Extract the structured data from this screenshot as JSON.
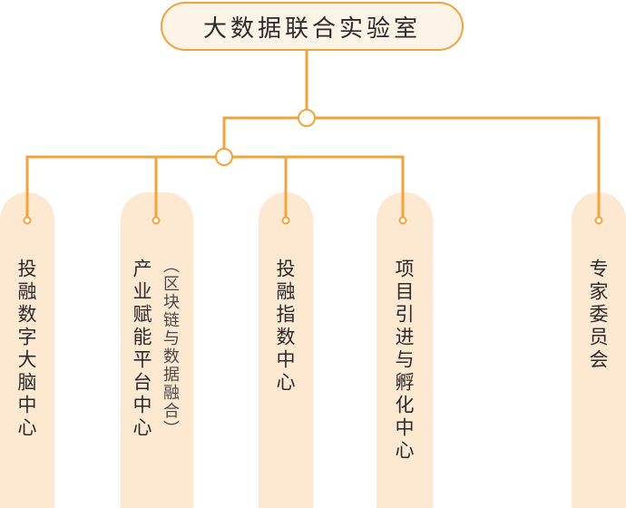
{
  "root": {
    "label": "大数据联合实验室"
  },
  "units": [
    {
      "label": "投融数字大脑中心"
    },
    {
      "label": "产业赋能平台中心",
      "note": "（区块链与数据融合）"
    },
    {
      "label": "投融指数中心"
    },
    {
      "label": "项目引进与孵化中心"
    },
    {
      "label": "专家委员会"
    }
  ],
  "colors": {
    "line": "#f2a33c",
    "box_fill": "#fdf3e6",
    "column_fill": "#fde9d2",
    "text": "#2b2b2b"
  }
}
